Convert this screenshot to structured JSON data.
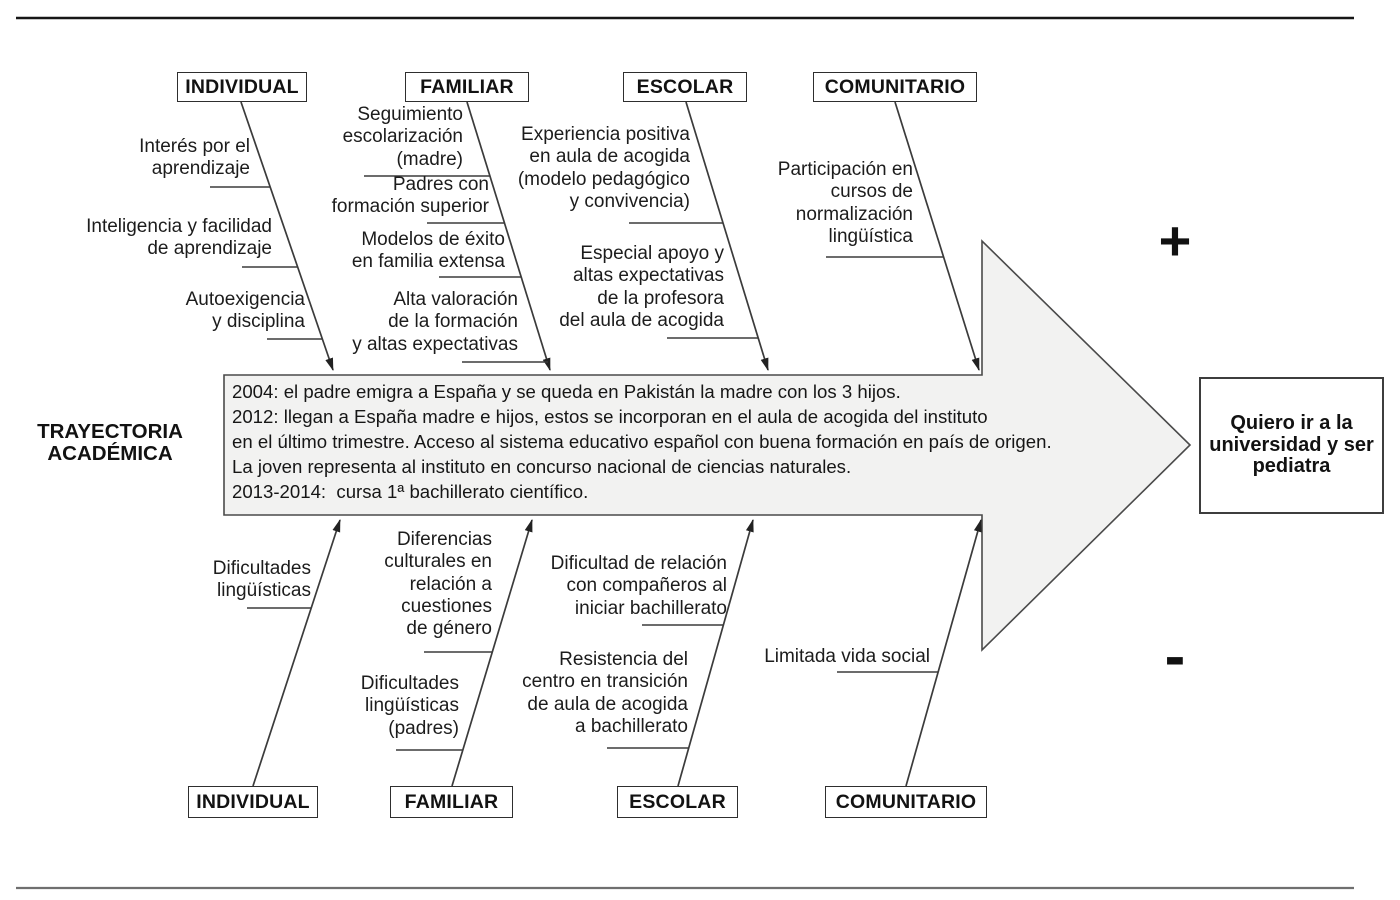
{
  "spine_label": [
    "TRAYECTORIA",
    "ACADÉMICA"
  ],
  "goal": [
    "Quiero ir a la",
    "universidad y ser",
    "pediatra"
  ],
  "plus_sign": "+",
  "minus_sign": "-",
  "categories": [
    "INDIVIDUAL",
    "FAMILIAR",
    "ESCOLAR",
    "COMUNITARIO"
  ],
  "timeline": [
    "2004: el padre emigra a España y se queda en Pakistán la madre con los 3 hijos.",
    "2012: llegan a España madre e hijos, estos se incorporan en el aula de acogida del instituto",
    "en el último trimestre. Acceso al sistema educativo español con buena formación en país de origen.",
    "La joven representa al instituto en concurso nacional de ciencias naturales.",
    "2013-2014:  cursa 1ª bachillerato científico."
  ],
  "factors": {
    "top": {
      "individual": [
        [
          "Interés por el",
          "aprendizaje"
        ],
        [
          "Inteligencia y facilidad",
          "de aprendizaje"
        ],
        [
          "Autoexigencia",
          "y disciplina"
        ]
      ],
      "familiar": [
        [
          "Seguimiento",
          "escolarización",
          "(madre)"
        ],
        [
          "Padres con",
          "formación superior"
        ],
        [
          "Modelos de éxito",
          "en familia extensa"
        ],
        [
          "Alta valoración",
          "de la formación",
          "y altas expectativas"
        ]
      ],
      "escolar": [
        [
          "Experiencia positiva",
          "en aula de acogida",
          "(modelo pedagógico",
          "y convivencia)"
        ],
        [
          "Especial apoyo y",
          "altas expectativas",
          "de la profesora",
          "del aula de acogida"
        ]
      ],
      "comunitario": [
        [
          "Participación en",
          "cursos de",
          "normalización",
          "lingüística"
        ]
      ]
    },
    "bottom": {
      "individual": [
        [
          "Dificultades",
          "lingüísticas"
        ]
      ],
      "familiar": [
        [
          "Diferencias",
          "culturales en",
          "relación a",
          "cuestiones",
          "de género"
        ],
        [
          "Dificultades",
          "lingüísticas",
          "(padres)"
        ]
      ],
      "escolar": [
        [
          "Dificultad de relación",
          "con compañeros al",
          "iniciar bachillerato"
        ],
        [
          "Resistencia del",
          "centro en transición",
          "de aula de acogida",
          "a bachillerato"
        ]
      ],
      "comunitario": [
        [
          "Limitada vida social"
        ]
      ]
    }
  },
  "colors": {
    "arrow_fill": "#f2f2f1",
    "arrow_stroke": "#4a4a4a",
    "line": "#3b3b3b",
    "top_rule": "#161616",
    "bottom_rule": "#6f6f6f"
  }
}
